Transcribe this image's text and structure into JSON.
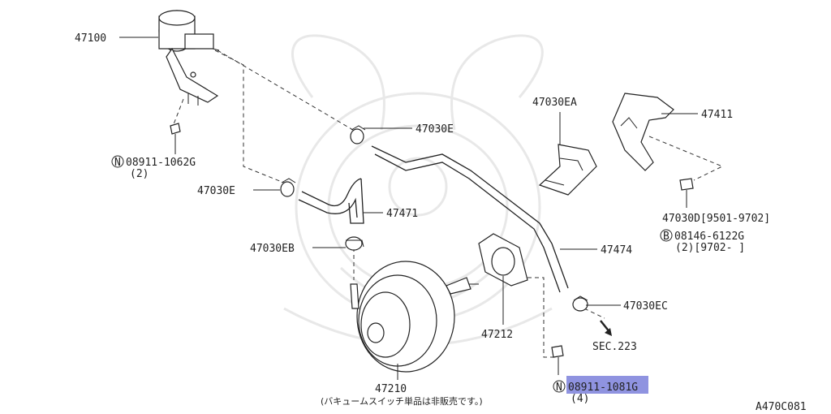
{
  "labels": {
    "p47100": "47100",
    "p08911_1062G": "08911-1062G",
    "qty2": "(2)",
    "p47030E": "47030E",
    "p47471": "47471",
    "p47030EB": "47030EB",
    "p47030EA": "47030EA",
    "p47411": "47411",
    "p47030D": "47030D[9501-9702]",
    "p08146_6122G": "08146-6122G",
    "qty2_range": "(2)[9702-    ]",
    "p47474": "47474",
    "p47030EC": "47030EC",
    "sec223": "SEC.223",
    "p47212": "47212",
    "p47210": "47210",
    "note_jp": "(バキュームスイッチ単品は非販売です。)",
    "p08911_1081G": "08911-1081G",
    "qty4": "(4)",
    "diagram_id": "A470C081"
  },
  "marks": {
    "n": "N",
    "b": "B"
  },
  "colors": {
    "highlight": "#8f93e0",
    "line": "#222222"
  }
}
